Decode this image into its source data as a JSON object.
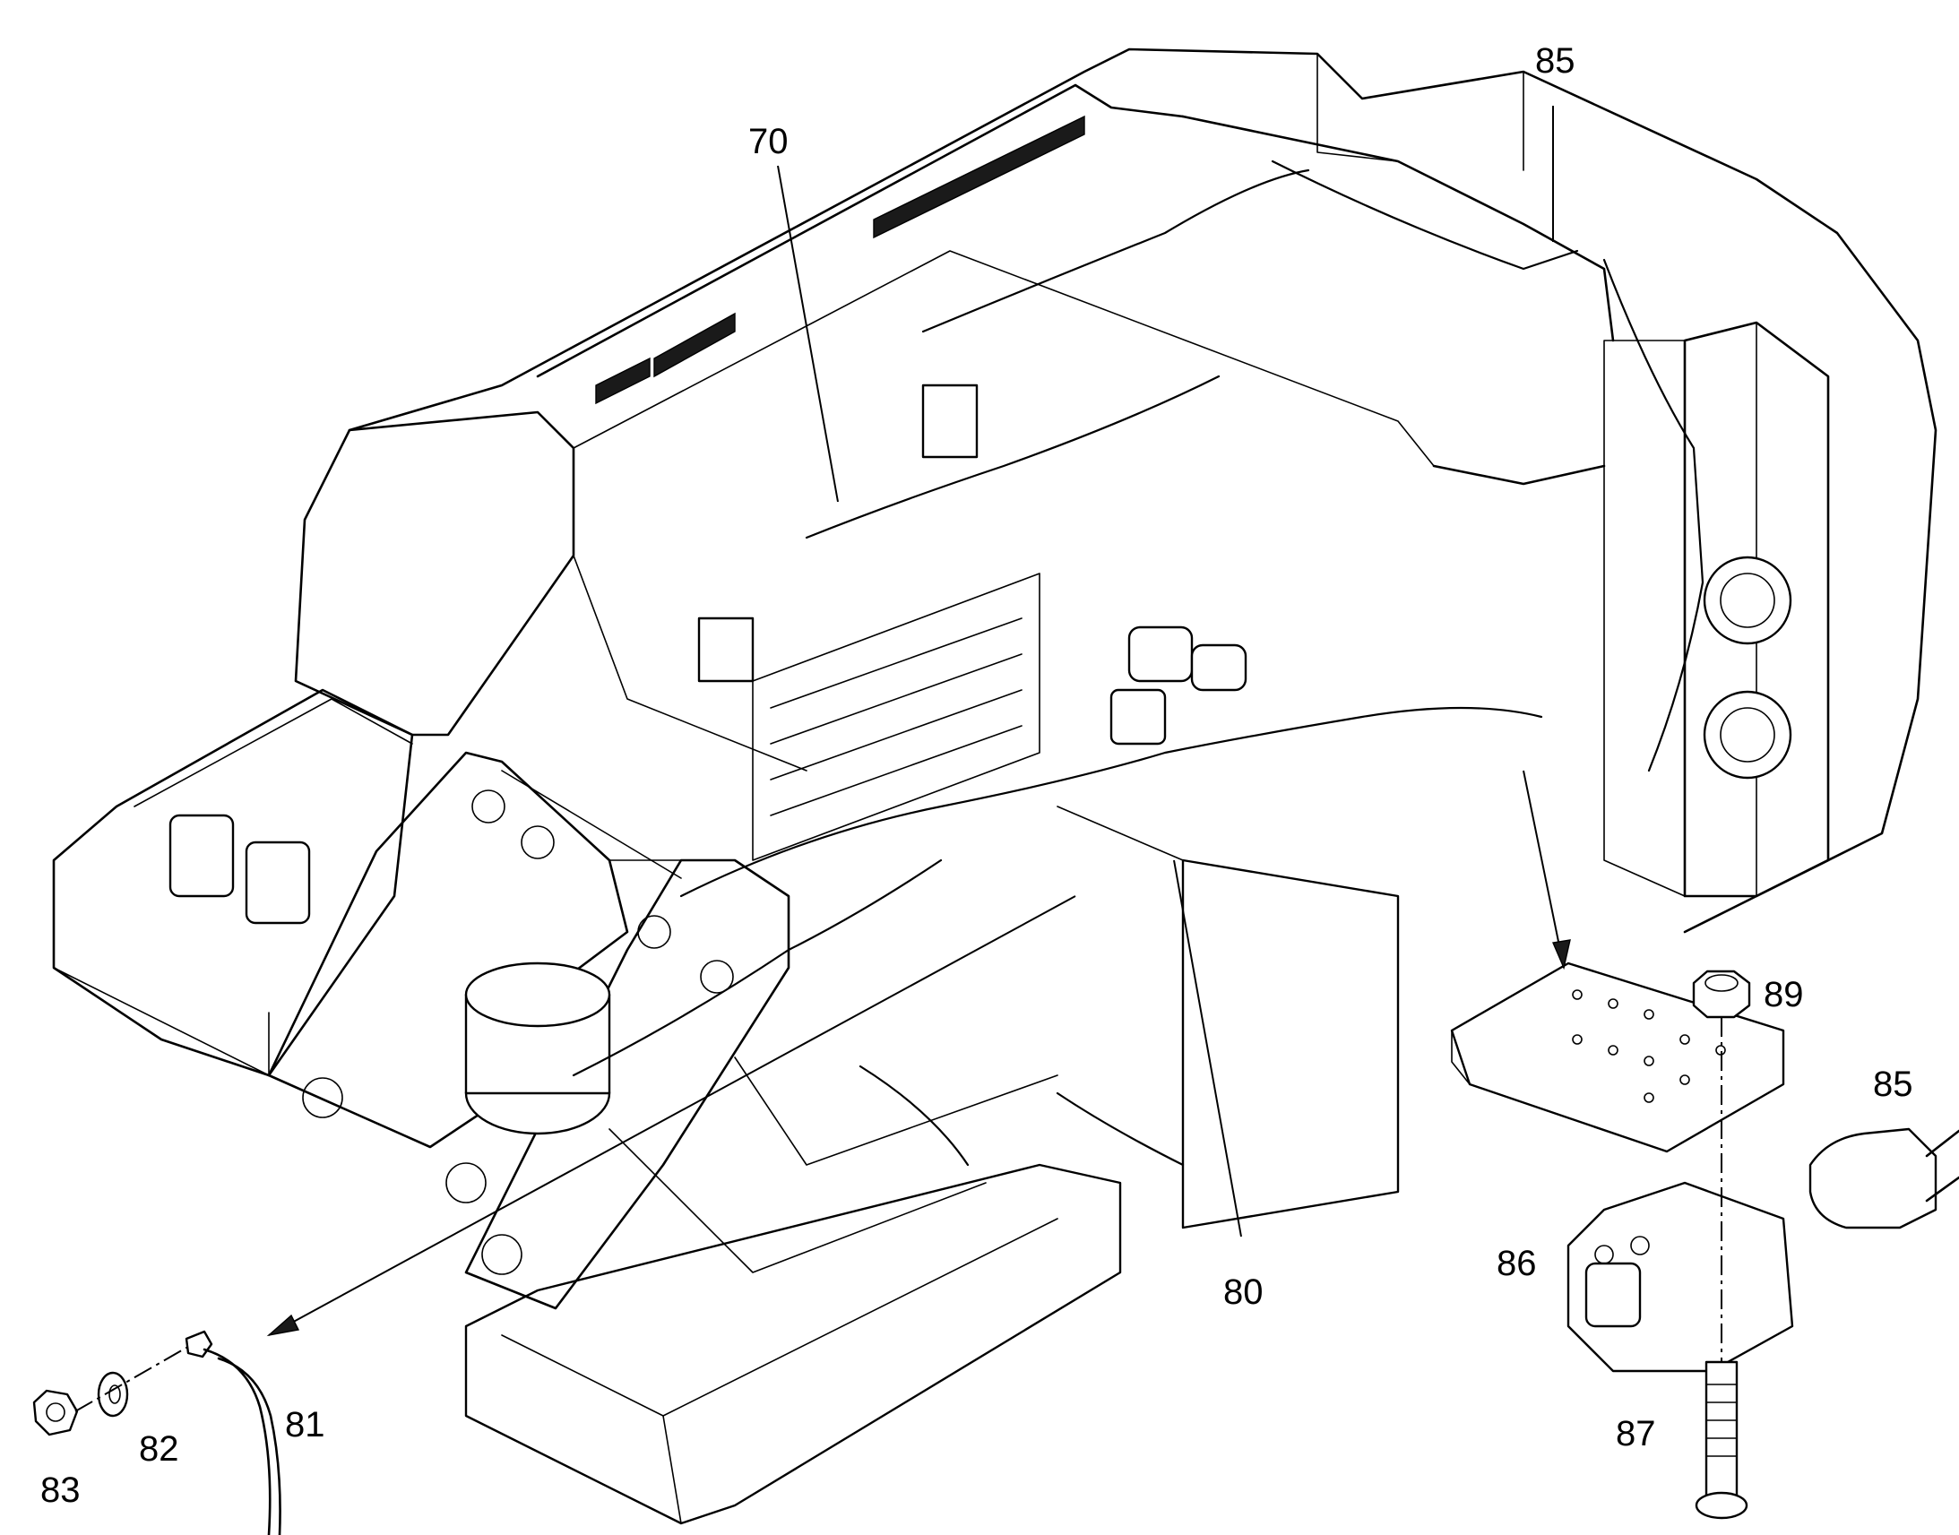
{
  "colors": {
    "line": "#000000",
    "background": "#ffffff"
  },
  "callouts": {
    "c70": "70",
    "c80": "80",
    "c81": "81",
    "c82": "82",
    "c83": "83",
    "c85_top": "85",
    "c85_right": "85",
    "c86": "86",
    "c87": "87",
    "c89": "89"
  }
}
